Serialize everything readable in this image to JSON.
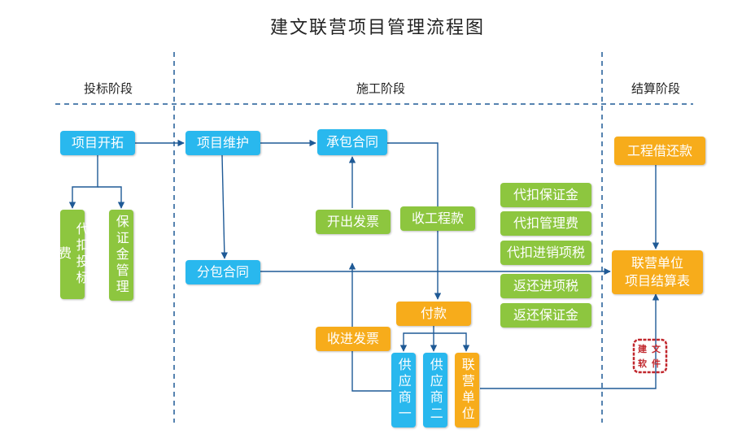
{
  "title": "建文联营项目管理流程图",
  "phases": {
    "bidding": "投标阶段",
    "construction": "施工阶段",
    "settlement": "结算阶段"
  },
  "nodes": {
    "project_start": "项目开拓",
    "bid_fee": "代扣投标费",
    "deposit_mgmt": "保证金管理",
    "project_maintenance": "项目维护",
    "sub_contract": "分包合同",
    "main_contract": "承包合同",
    "issue_invoice": "开出发票",
    "receive_payment": "收工程款",
    "payment": "付款",
    "receive_invoice": "收进发票",
    "supplier_one": "供应商一",
    "supplier_two": "供应商二",
    "joint_unit": "联营单位",
    "withhold_deposit": "代扣保证金",
    "withhold_mgmt_fee": "代扣管理费",
    "withhold_output_tax": "代扣进销项税",
    "refund_input_tax": "返还进项税",
    "refund_deposit": "返还保证金",
    "loan_repayment": "工程借还款",
    "settlement_table": "联营单位\n项目结算表"
  },
  "seal": {
    "chars": [
      "建",
      "文",
      "软",
      "件"
    ]
  },
  "colors": {
    "blue": "#29b8ee",
    "green": "#8dc63f",
    "orange": "#f7ac1b",
    "line": "#1f5a96",
    "seal": "#c1272d"
  }
}
